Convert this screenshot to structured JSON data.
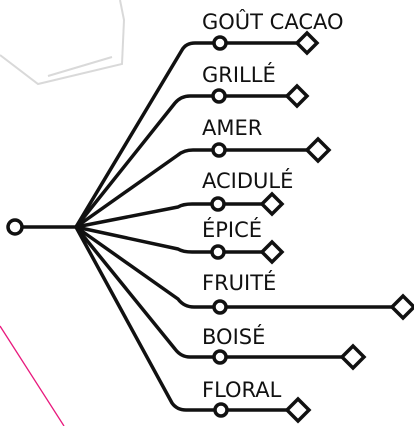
{
  "diagram": {
    "root": "",
    "branches": [
      {
        "label": "GOÛT CACAO"
      },
      {
        "label": "GRILLÉ"
      },
      {
        "label": "AMER"
      },
      {
        "label": "ACIDULÉ"
      },
      {
        "label": "ÉPICÉ"
      },
      {
        "label": "FRUITÉ"
      },
      {
        "label": "BOISÉ"
      },
      {
        "label": "FLORAL"
      }
    ]
  },
  "colors": {
    "line": "#111111",
    "background": "#ffffff",
    "decoration": "#d9d9d9",
    "accent": "#e8197d"
  }
}
